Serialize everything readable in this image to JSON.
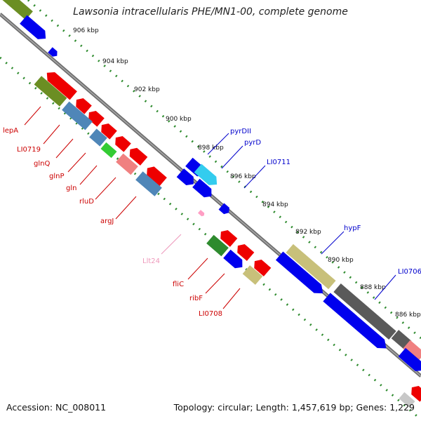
{
  "header": {
    "title": "Lawsonia intracellularis PHE/MN1-00, complete genome"
  },
  "footer": {
    "accession": "Accession: NC_008011",
    "topology": "Topology: circular; Length: 1,457,619 bp; Genes: 1,229"
  },
  "ticks": [
    "906 kbp",
    "904 kbp",
    "902 kbp",
    "900 kbp",
    "898 kbp",
    "896 kbp",
    "894 kbp",
    "892 kbp",
    "890 kbp",
    "888 kbp",
    "886 kbp"
  ],
  "labels": {
    "lepA": "lepA",
    "LI0719": "LI0719",
    "glnQ": "glnQ",
    "glnP": "glnP",
    "gln": "gln",
    "rluD": "rluD",
    "argJ": "argJ",
    "Llt24": "Llt24",
    "fliC": "fliC",
    "ribF": "ribF",
    "LI0708": "LI0708",
    "pyrDII": "pyrDII",
    "pyrD": "pyrD",
    "LI0711": "LI0711",
    "hypF": "hypF",
    "LI0706": "LI0706"
  },
  "colors": {
    "backbone": "#7a7a7a",
    "tick": "#2e8b2e",
    "forward_cds": "#0000ee",
    "reverse_cds": "#ee0000",
    "rna": "#ff9ec4",
    "olive": "#6b8e23",
    "steel": "#4f86b8",
    "salmon": "#f08080",
    "khaki": "#c8c07a",
    "gray": "#5a5a5a",
    "cyan": "#33ccee",
    "green": "#2e8b2e",
    "lime": "#33cc33",
    "label_red": "#cc0000",
    "label_blue": "#0000cc",
    "label_pink": "#ee99bb"
  }
}
